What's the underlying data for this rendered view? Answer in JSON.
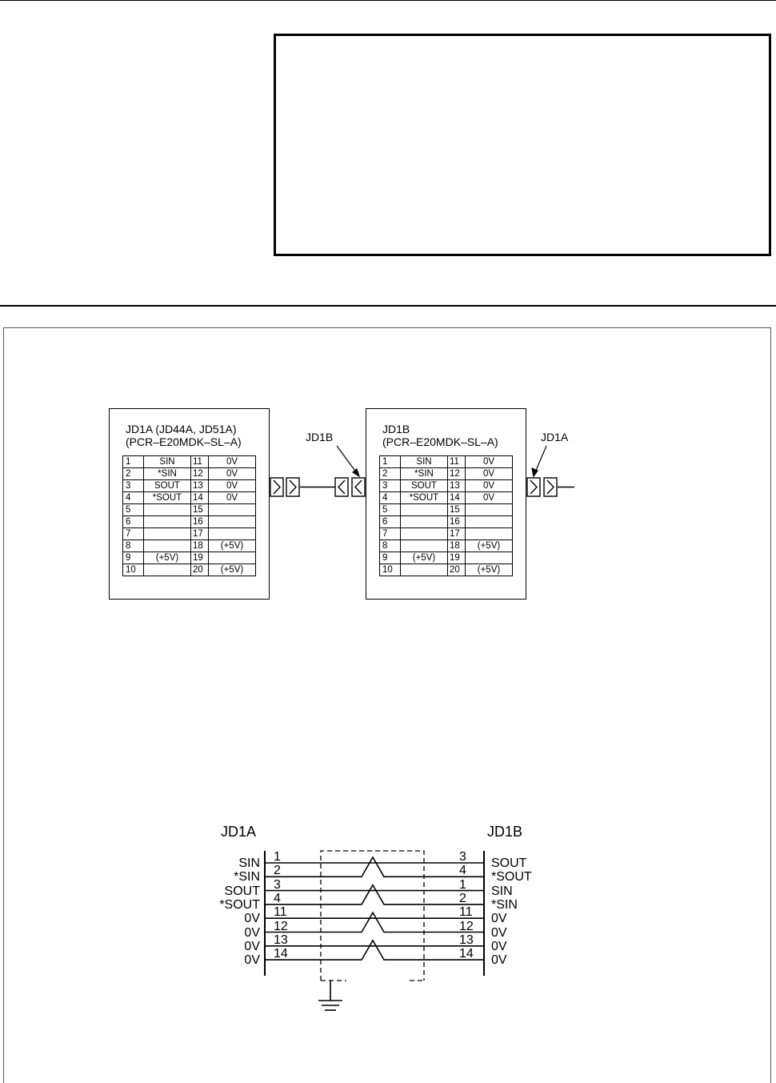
{
  "connector_a": {
    "title": "JD1A (JD44A, JD51A)",
    "part": "(PCR–E20MDK–SL–A)",
    "pins": [
      [
        "1",
        "SIN",
        "11",
        "0V"
      ],
      [
        "2",
        "*SIN",
        "12",
        "0V"
      ],
      [
        "3",
        "SOUT",
        "13",
        "0V"
      ],
      [
        "4",
        "*SOUT",
        "14",
        "0V"
      ],
      [
        "5",
        "",
        "15",
        ""
      ],
      [
        "6",
        "",
        "16",
        ""
      ],
      [
        "7",
        "",
        "17",
        ""
      ],
      [
        "8",
        "",
        "18",
        "(+5V)"
      ],
      [
        "9",
        "(+5V)",
        "19",
        ""
      ],
      [
        "10",
        "",
        "20",
        "(+5V)"
      ]
    ]
  },
  "connector_b": {
    "title": "JD1B",
    "part": "(PCR–E20MDK–SL–A)",
    "pins": [
      [
        "1",
        "SIN",
        "11",
        "0V"
      ],
      [
        "2",
        "*SIN",
        "12",
        "0V"
      ],
      [
        "3",
        "SOUT",
        "13",
        "0V"
      ],
      [
        "4",
        "*SOUT",
        "14",
        "0V"
      ],
      [
        "5",
        "",
        "15",
        ""
      ],
      [
        "6",
        "",
        "16",
        ""
      ],
      [
        "7",
        "",
        "17",
        ""
      ],
      [
        "8",
        "",
        "18",
        "(+5V)"
      ],
      [
        "9",
        "(+5V)",
        "19",
        ""
      ],
      [
        "10",
        "",
        "20",
        "(+5V)"
      ]
    ]
  },
  "callouts": {
    "jd1b": "JD1B",
    "jd1a": "JD1A"
  },
  "cable": {
    "left_title": "JD1A",
    "right_title": "JD1B",
    "left_pins": [
      "1",
      "2",
      "3",
      "4",
      "11",
      "12",
      "13",
      "14"
    ],
    "right_pins": [
      "3",
      "4",
      "1",
      "2",
      "11",
      "12",
      "13",
      "14"
    ],
    "left_signals": [
      "SIN",
      "*SIN",
      "SOUT",
      "*SOUT",
      "0V",
      "0V",
      "0V",
      "0V"
    ],
    "right_signals": [
      "SOUT",
      "*SOUT",
      "SIN",
      "*SIN",
      "0V",
      "0V",
      "0V",
      "0V"
    ]
  }
}
